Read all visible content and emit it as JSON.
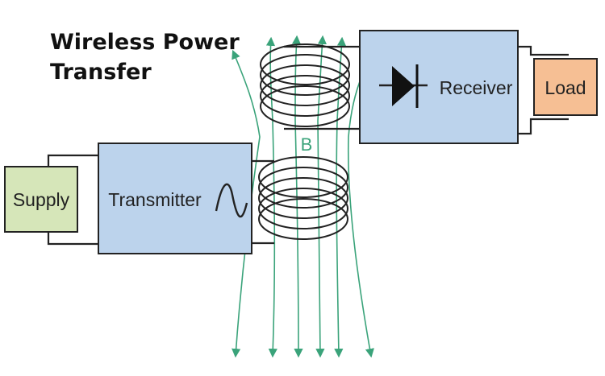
{
  "title": {
    "line1": "Wireless Power",
    "line2": "Transfer"
  },
  "blocks": {
    "supply": "Supply",
    "transmitter": "Transmitter",
    "receiver": "Receiver",
    "load": "Load"
  },
  "field_label": "B",
  "colors": {
    "supply_fill": "#d6e6b9",
    "block_fill": "#bcd3ec",
    "load_fill": "#f6bf94",
    "field_lines": "#3aa37a",
    "wire": "#222222"
  }
}
